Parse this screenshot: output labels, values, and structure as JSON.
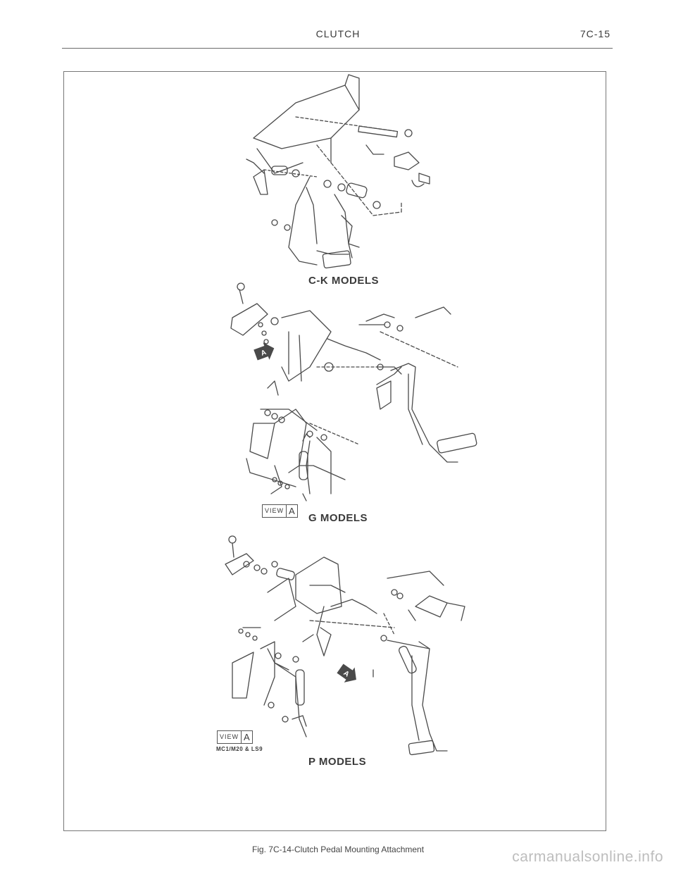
{
  "header": {
    "title": "CLUTCH",
    "page_number": "7C-15"
  },
  "figure": {
    "sections": [
      {
        "label": "C-K MODELS"
      },
      {
        "label": "G MODELS",
        "view_badge": {
          "word": "VIEW",
          "letter": "A"
        }
      },
      {
        "label": "P MODELS",
        "view_badge": {
          "word": "VIEW",
          "letter": "A"
        },
        "note": "MC1/M20 & LS9"
      }
    ],
    "callout_letter": "A"
  },
  "caption": "Fig. 7C-14-Clutch Pedal Mounting Attachment",
  "watermark": "carmanualsonline.info"
}
